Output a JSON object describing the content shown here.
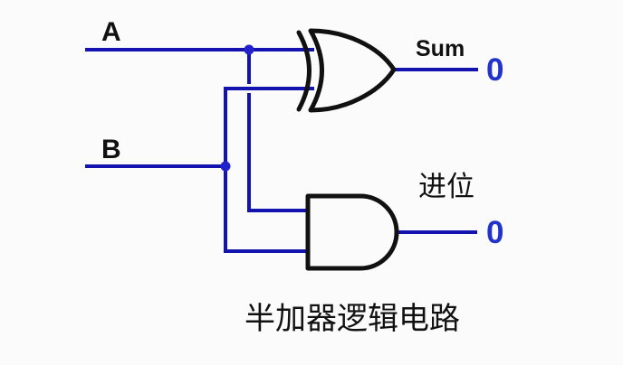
{
  "diagram": {
    "title": "半加器逻辑电路",
    "inputs": [
      {
        "label": "A"
      },
      {
        "label": "B"
      }
    ],
    "gates": [
      {
        "type": "XOR",
        "role": "sum-gate"
      },
      {
        "type": "AND",
        "role": "carry-gate"
      }
    ],
    "outputs": {
      "sum": {
        "label": "Sum",
        "value": "0"
      },
      "carry": {
        "label": "进位",
        "value": "0"
      }
    },
    "colors": {
      "wire": "#1313b0",
      "junction": "#2222cc",
      "gate_outline": "#111111",
      "value_text": "#2233cc",
      "label_text": "#111111",
      "background": "#fbfbfb"
    }
  }
}
